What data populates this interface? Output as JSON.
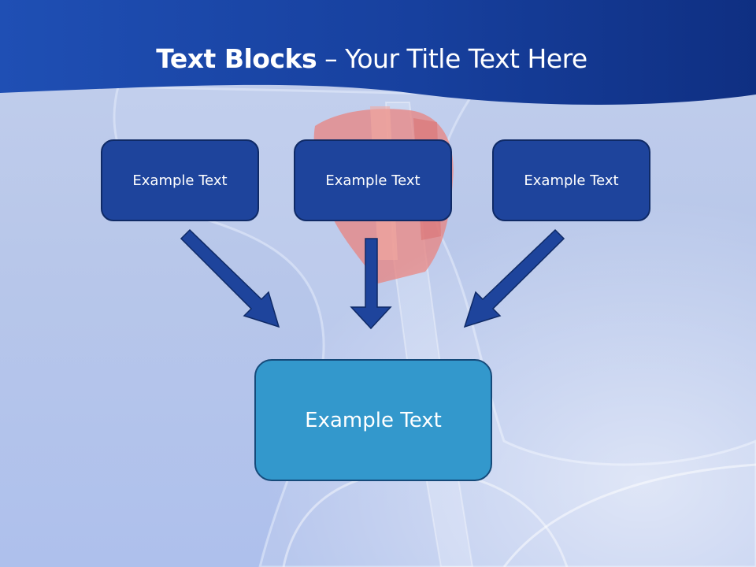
{
  "slide": {
    "title_bold": "Text Blocks",
    "title_rest": " – Your Title Text Here"
  },
  "blocks": [
    {
      "label": "Example Text"
    },
    {
      "label": "Example Text"
    },
    {
      "label": "Example Text"
    }
  ],
  "result_block": {
    "label": "Example Text"
  },
  "colors": {
    "header": "#1a47a8",
    "top_box_fill": "#1e449c",
    "result_box_fill": "#3398cc",
    "arrow_fill": "#1e449c"
  }
}
